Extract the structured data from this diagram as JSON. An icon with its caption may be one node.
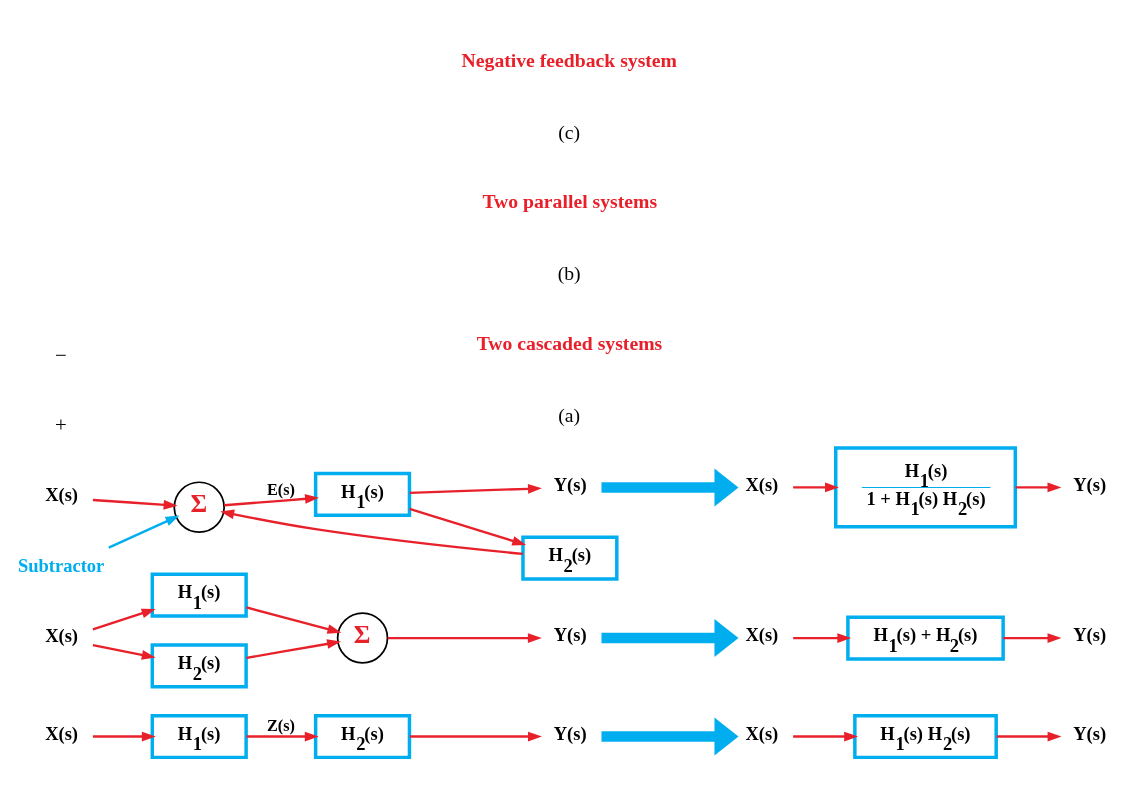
{
  "diagram": {
    "nodes": [
      {
        "text": [
          "X(s)"
        ]
      },
      {
        "text": [
          "H$_{1}$(s)"
        ]
      },
      {
        "text": [
          "H$_{2}$(s)"
        ]
      },
      {
        "text": [
          "Y(s)"
        ]
      },
      {
        "text": [
          "X(s)"
        ]
      },
      {
        "text": [
          "H$_{1}$(s) H$_{2}$(s)"
        ]
      },
      {
        "text": [
          "Y(s)"
        ]
      },
      {
        "text": [
          "X(s)"
        ]
      },
      {
        "text": [
          "H$_{1}$(s)"
        ]
      },
      {
        "text": [
          "H$_{2}$(s)"
        ]
      },
      {
        "text": [
          "Σ"
        ]
      },
      {
        "text": [
          "Y(s)"
        ]
      },
      {
        "text": [
          "X(s)"
        ]
      },
      {
        "text": [
          "H$_{1}$(s) + H$_{2}$(s)"
        ]
      },
      {
        "text": [
          "Y(s)"
        ]
      },
      {
        "text": [
          "X(s)"
        ]
      },
      {
        "text": [
          "Σ"
        ]
      },
      {
        "text": [
          "H$_{1}$(s)"
        ]
      },
      {
        "text": [
          "Y(s)"
        ]
      },
      {
        "text": [
          "H$_{2}$(s)"
        ]
      },
      {
        "text": [
          "Subtractor"
        ]
      },
      {
        "text": [
          "X(s)"
        ]
      },
      {
        "text": [
          "H$_{1}$(s)",
          "1 + H$_{1}$(s) H$_{2}$(s)"
        ]
      },
      {
        "text": [
          "Y(s)"
        ]
      }
    ],
    "edges": [
      {
        "from": 0,
        "to": 1,
        "arrow": "to"
      },
      {
        "from": 1,
        "to": 2,
        "arrow": "to",
        "label": "Z(s)"
      },
      {
        "from": 2,
        "to": 3,
        "arrow": "to"
      },
      {
        "from": 3,
        "to": 4,
        "arrow": "to",
        "style": "thick",
        "color": "#00aeef"
      },
      {
        "from": 4,
        "to": 5,
        "arrow": "to"
      },
      {
        "from": 5,
        "to": 6,
        "arrow": "to"
      },
      {
        "from": 7,
        "to": 8,
        "arrow": "to"
      },
      {
        "from": 7,
        "to": 9,
        "arrow": "to"
      },
      {
        "from": 8,
        "to": 10,
        "arrow": "to"
      },
      {
        "from": 9,
        "to": 10,
        "arrow": "to"
      },
      {
        "from": 10,
        "to": 11,
        "arrow": "to"
      },
      {
        "from": 11,
        "to": 12,
        "arrow": "to",
        "style": "thick",
        "color": "#00aeef"
      },
      {
        "from": 12,
        "to": 13,
        "arrow": "to"
      },
      {
        "from": 13,
        "to": 14,
        "arrow": "to"
      },
      {
        "from": 15,
        "to": 16,
        "arrow": "to"
      },
      {
        "from": 16,
        "to": 17,
        "arrow": "to",
        "label": "E(s)"
      },
      {
        "from": 17,
        "to": 18,
        "arrow": "to"
      },
      {
        "from": 17,
        "to": 19,
        "arrow": "to"
      },
      {
        "from": 19,
        "to": 16,
        "arrow": "to"
      },
      {
        "from": 20,
        "to": 16,
        "arrow": "to",
        "color": "#00aeef"
      },
      {
        "from": 18,
        "to": 21,
        "arrow": "to",
        "style": "thick",
        "color": "#00aeef"
      },
      {
        "from": 21,
        "to": 22,
        "arrow": "to"
      },
      {
        "from": 22,
        "to": 23,
        "arrow": "to"
      }
    ],
    "labels": [
      "(a)",
      "Two cascaded systems",
      "(b)",
      "Two parallel systems",
      "+",
      "−",
      "(c)",
      "Negative feedback system"
    ]
  }
}
